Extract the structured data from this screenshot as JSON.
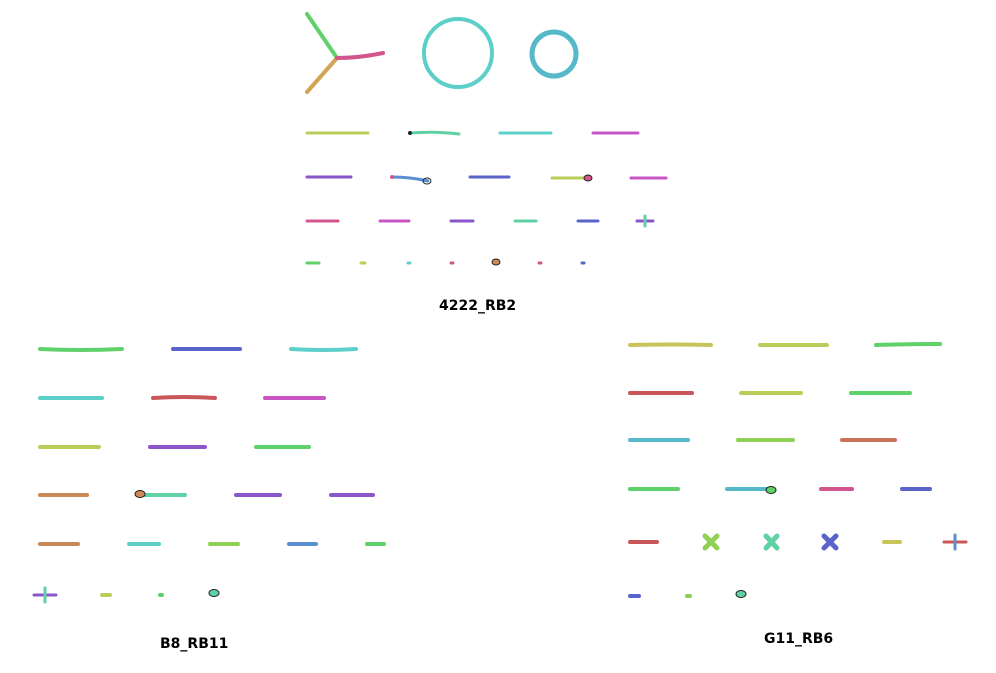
{
  "panels": [
    {
      "id": "4222",
      "label": "4222_RB2"
    },
    {
      "id": "b8",
      "label": "B8_RB11"
    },
    {
      "id": "g11",
      "label": "G11_RB6"
    }
  ],
  "colors": {
    "green": "#5fd16a",
    "blue": "#5a63c9",
    "cyan": "#5ccfc8",
    "teal": "#56b9c9",
    "red": "#c9575a",
    "magenta": "#c955c4",
    "purple": "#8a55c9",
    "olive": "#b9cf5a",
    "yellow": "#c9c45a",
    "orange": "#c98a55",
    "pink": "#d2558e",
    "mint": "#5fd1a4",
    "lime": "#8ed155",
    "sky": "#5a8ed1"
  }
}
